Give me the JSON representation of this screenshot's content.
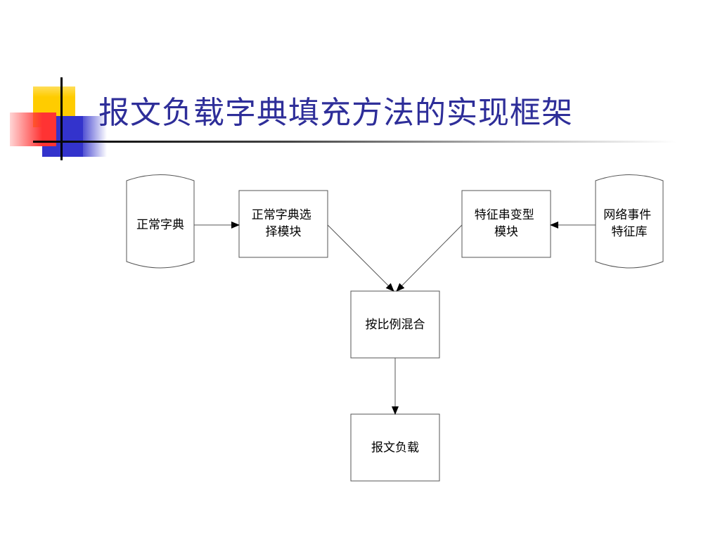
{
  "slide": {
    "title": "报文负载字典填充方法的实现框架"
  },
  "diagram": {
    "nodes": {
      "normal_dict": {
        "label": [
          "正常字典"
        ]
      },
      "select_module": {
        "label": [
          "正常字典选",
          "择模块"
        ]
      },
      "mutate_module": {
        "label": [
          "特征串变型",
          "模块"
        ]
      },
      "feature_db": {
        "label": [
          "网络事件",
          "特征库"
        ]
      },
      "mix": {
        "label": [
          "按比例混合"
        ]
      },
      "payload": {
        "label": [
          "报文负载"
        ]
      }
    },
    "edges": [
      {
        "from": "normal_dict",
        "to": "select_module"
      },
      {
        "from": "feature_db",
        "to": "mutate_module"
      },
      {
        "from": "select_module",
        "to": "mix"
      },
      {
        "from": "mutate_module",
        "to": "mix"
      },
      {
        "from": "mix",
        "to": "payload"
      }
    ]
  },
  "colors": {
    "title": "#2e2e99",
    "accent_yellow": "#ffcc00",
    "accent_blue": "#3333cc",
    "accent_red": "#ff3333"
  }
}
